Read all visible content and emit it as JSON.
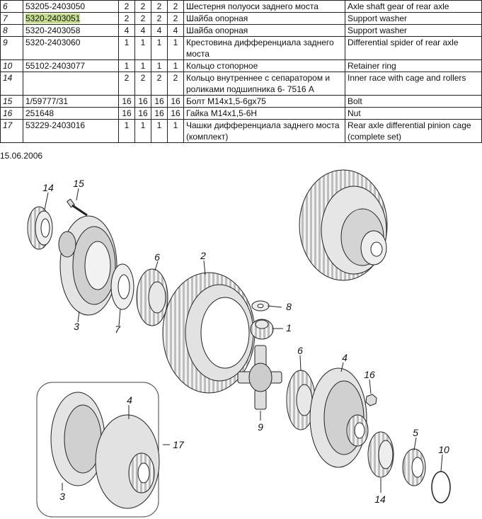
{
  "table": {
    "rows": [
      {
        "pos": "6",
        "number": "53205-2403050",
        "q1": "2",
        "q2": "2",
        "q3": "2",
        "q4": "2",
        "name_ru": "Шестерня полуоси заднего моста",
        "name_en": "Axle shaft gear of rear axle",
        "highlight": false
      },
      {
        "pos": "7",
        "number": "5320-2403051",
        "q1": "2",
        "q2": "2",
        "q3": "2",
        "q4": "2",
        "name_ru": "Шайба опорная",
        "name_en": "Support washer",
        "highlight": true
      },
      {
        "pos": "8",
        "number": "5320-2403058",
        "q1": "4",
        "q2": "4",
        "q3": "4",
        "q4": "4",
        "name_ru": "Шайба опорная",
        "name_en": "Support washer",
        "highlight": false
      },
      {
        "pos": "9",
        "number": "5320-2403060",
        "q1": "1",
        "q2": "1",
        "q3": "1",
        "q4": "1",
        "name_ru": "Крестовина дифференциала заднего моста",
        "name_en": "Differential spider of rear axle",
        "highlight": false
      },
      {
        "pos": "10",
        "number": "55102-2403077",
        "q1": "1",
        "q2": "1",
        "q3": "1",
        "q4": "1",
        "name_ru": "Кольцо стопорное",
        "name_en": "Retainer ring",
        "highlight": false
      },
      {
        "pos": "14",
        "number": "",
        "q1": "2",
        "q2": "2",
        "q3": "2",
        "q4": "2",
        "name_ru": "Кольцо внутреннее с сепаратором и роликами подшипника 6- 7516 А",
        "name_en": "Inner race with cage and rollers",
        "highlight": false
      },
      {
        "pos": "15",
        "number": "1/59777/31",
        "q1": "16",
        "q2": "16",
        "q3": "16",
        "q4": "16",
        "name_ru": "Болт М14х1,5-6gх75",
        "name_en": "Bolt",
        "highlight": false
      },
      {
        "pos": "16",
        "number": "251648",
        "q1": "16",
        "q2": "16",
        "q3": "16",
        "q4": "16",
        "name_ru": "Гайка М14х1,5-6Н",
        "name_en": "Nut",
        "highlight": false
      },
      {
        "pos": "17",
        "number": "53229-2403016",
        "q1": "1",
        "q2": "1",
        "q3": "1",
        "q4": "1",
        "name_ru": "Чашки дифференциала заднего моста (комплект)",
        "name_en": "Rear axle differential pinion cage (complete set)",
        "highlight": false
      }
    ]
  },
  "date": "15.06.2006",
  "callouts": [
    "14",
    "15",
    "3",
    "7",
    "6",
    "2",
    "8",
    "1",
    "6",
    "4",
    "16",
    "9",
    "4",
    "17",
    "3",
    "5",
    "10",
    "14"
  ],
  "colors": {
    "highlight": "#c5de8c",
    "line": "#222222",
    "metal": "#d8d8d8"
  }
}
